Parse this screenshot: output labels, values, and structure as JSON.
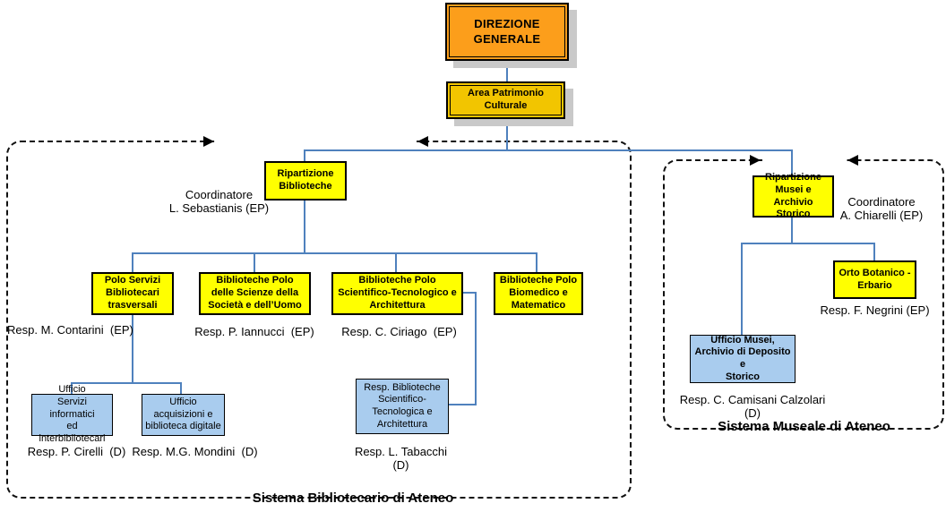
{
  "colors": {
    "direzione_fill": "#FC9E1B",
    "area_fill": "#F2C500",
    "unit_fill": "#FFFF00",
    "office_fill": "#A9CCEE",
    "connector": "#4F81BD",
    "shadow": "#C9C9C9"
  },
  "boxes": {
    "direzione": {
      "label": "DIREZIONE\nGENERALE"
    },
    "area_patrimonio": {
      "label": "Area Patrimonio\nCulturale"
    },
    "rip_biblioteche": {
      "label": "Ripartizione\nBiblioteche"
    },
    "polo_servizi": {
      "label": "Polo Servizi\nBibliotecari\ntrasversali"
    },
    "bib_scienze": {
      "label": "Biblioteche Polo\ndelle Scienze della\nSocietà e dell’Uomo"
    },
    "bib_scientifico": {
      "label": "Biblioteche Polo\nScientifico-Tecnologico e\nArchitettura"
    },
    "bib_biomedico": {
      "label": "Biblioteche Polo\nBiomedico e\nMatematico"
    },
    "ufficio_servizi": {
      "label": "Ufficio\nServizi informatici\ned interbibliotecari"
    },
    "ufficio_acquisizioni": {
      "label": "Ufficio\nacquisizioni e\nbiblioteca digitale"
    },
    "resp_bib_scientifico": {
      "label": "Resp. Biblioteche\nScientifico-\nTecnologica e\nArchitettura"
    },
    "rip_musei": {
      "label": "Ripartizione\nMusei e\nArchivio Storico"
    },
    "orto_botanico": {
      "label": "Orto Botanico -\nErbario"
    },
    "ufficio_musei": {
      "label": "Ufficio Musei,\nArchivio di Deposito e\nStorico"
    }
  },
  "captions": {
    "coordinatore_biblioteche": "Coordinatore\nL. Sebastianis (EP)",
    "coordinatore_musei": "Coordinatore\nA. Chiarelli (EP)",
    "resp_contarini": "Resp. M. Contarini  (EP)",
    "resp_iannucci": "Resp. P. Iannucci  (EP)",
    "resp_ciriago": "Resp. C. Ciriago  (EP)",
    "resp_cirelli": "Resp. P. Cirelli  (D)",
    "resp_mondini": "Resp. M.G. Mondini  (D)",
    "resp_tabacchi": "Resp. L. Tabacchi (D)",
    "resp_negrini": "Resp. F. Negrini (EP)",
    "resp_camisani": "Resp. C. Camisani Calzolari (D)"
  },
  "group_labels": {
    "bibliotecario": "Sistema Bibliotecario di Ateneo",
    "museale": "Sistema Museale di Ateneo"
  }
}
